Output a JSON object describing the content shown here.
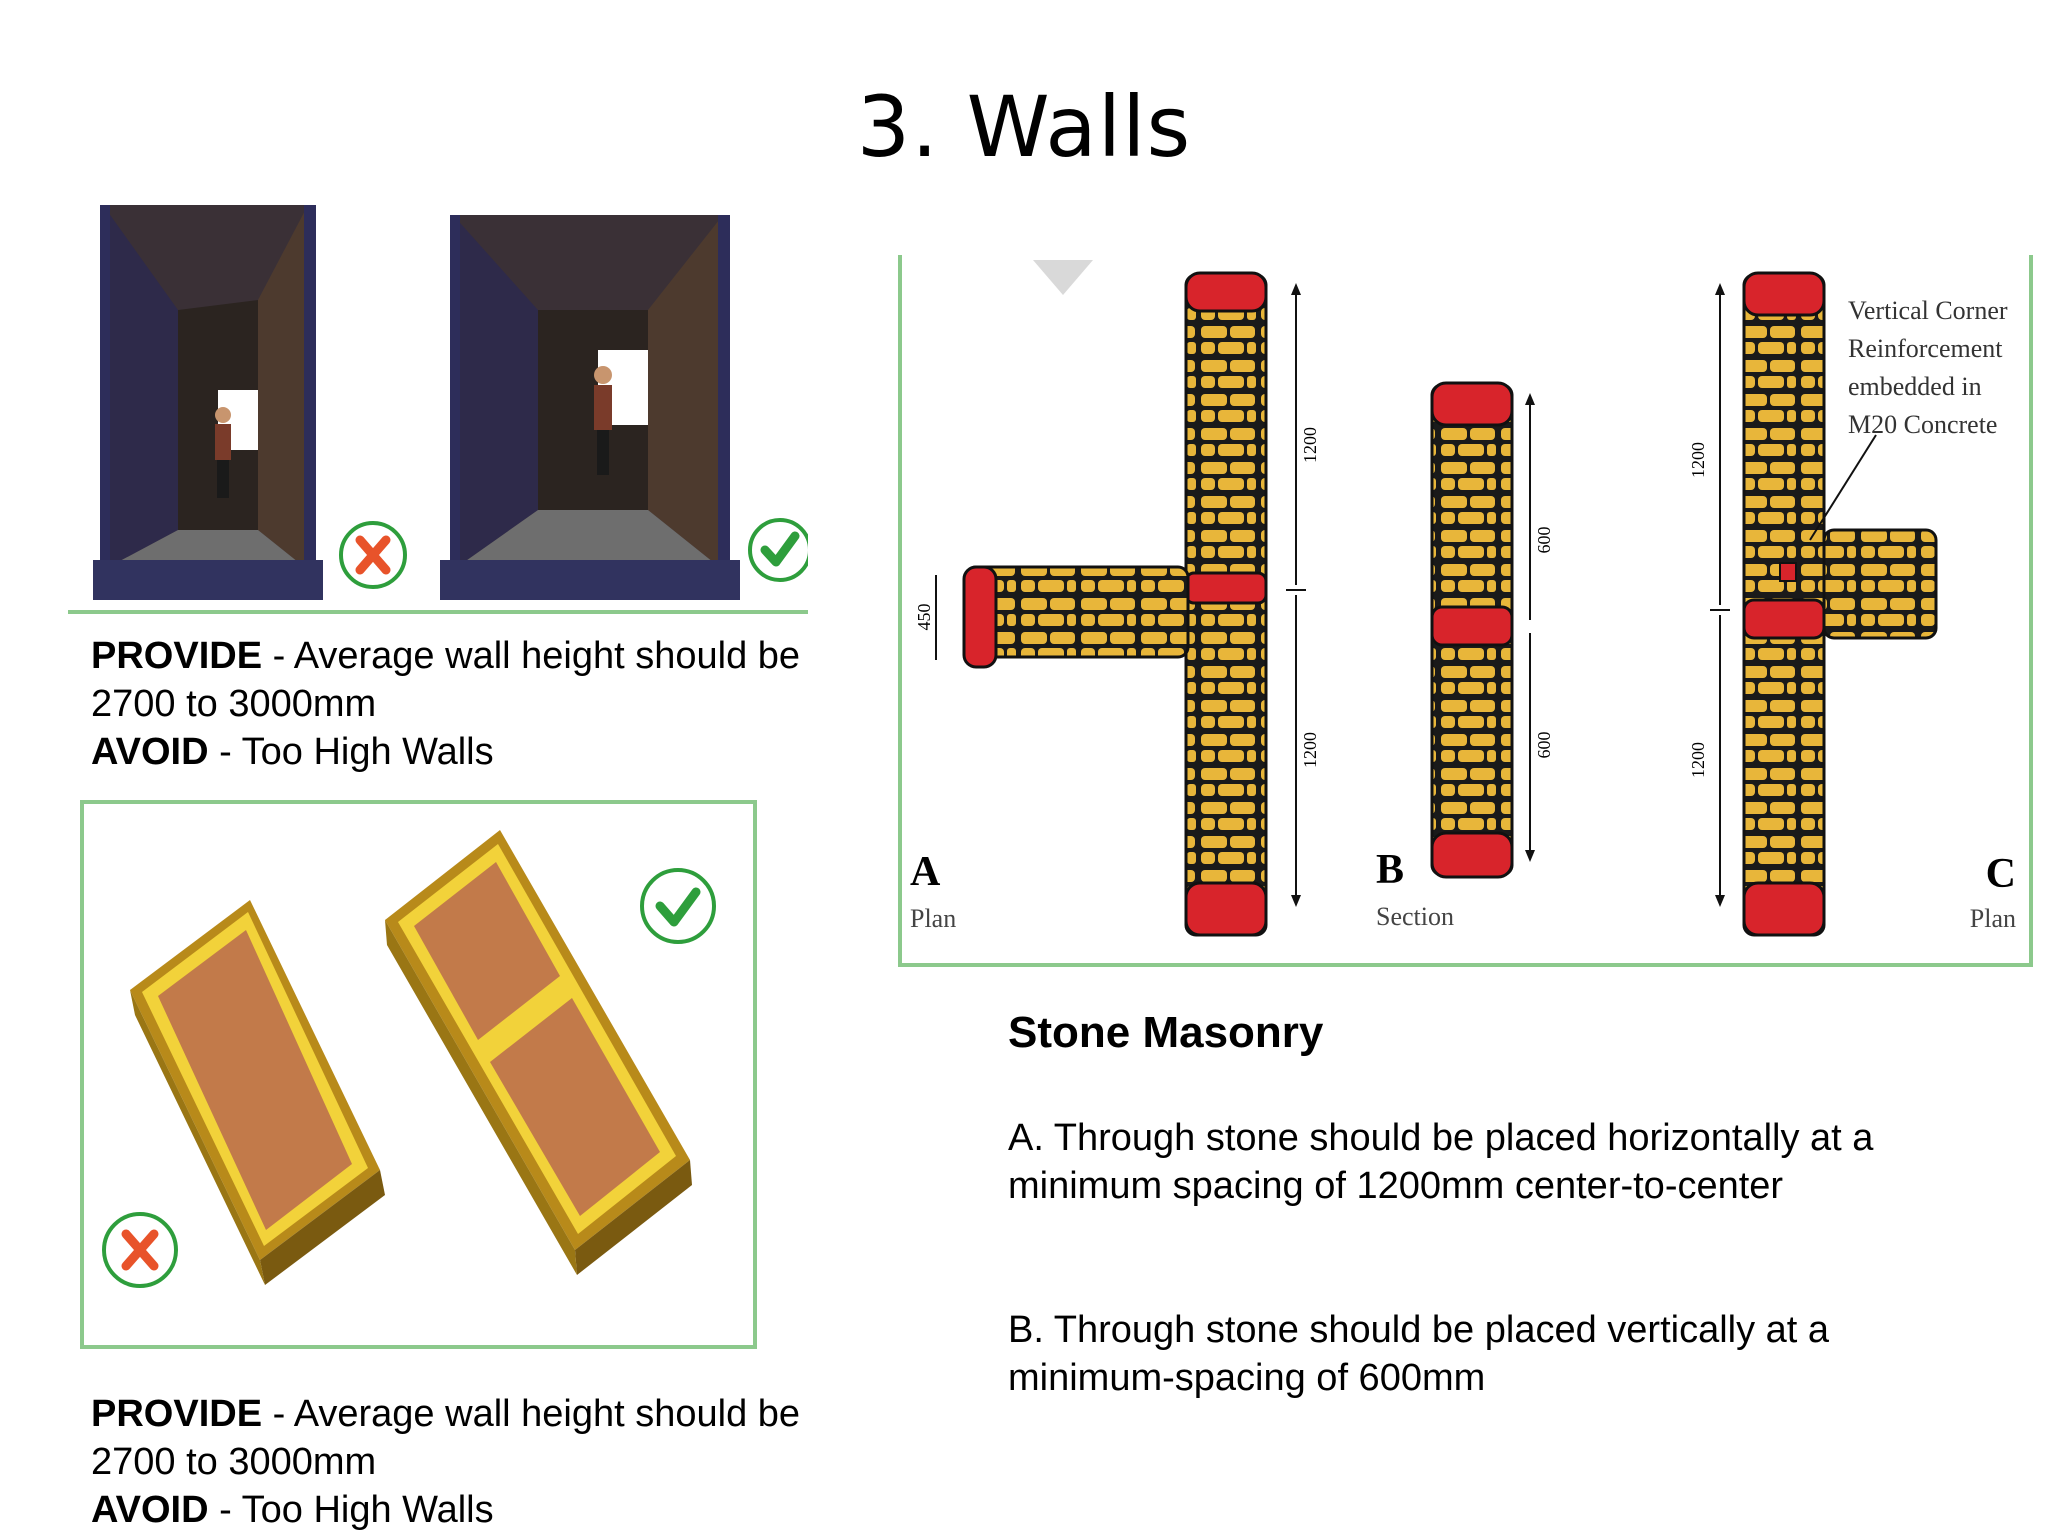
{
  "slide": {
    "title": "3. Walls"
  },
  "caption_top": {
    "provide_label": "PROVIDE",
    "provide_text": " - Average wall height should be 2700 to 3000mm",
    "avoid_label": "AVOID",
    "avoid_text": " - Too High Walls"
  },
  "caption_bottom": {
    "provide_label": "PROVIDE",
    "provide_text": " - Average wall height should be 2700 to 3000mm",
    "avoid_label": "AVOID",
    "avoid_text": " - Too High Walls"
  },
  "masonry_figure": {
    "label_a": "A",
    "sub_a": "Plan",
    "label_b": "B",
    "sub_b": "Section",
    "label_c": "C",
    "sub_c": "Plan",
    "dim_1200": "1200",
    "dim_450": "450",
    "dim_600": "600",
    "note_line1": "Vertical Corner",
    "note_line2": "Reinforcement",
    "note_line3": "embedded in",
    "note_line4": "M20 Concrete"
  },
  "stone_masonry": {
    "heading": "Stone Masonry",
    "point_a": "A. Through stone should be placed horizontally at a minimum spacing of 1200mm center-to-center",
    "point_b": "B. Through stone should be placed vertically at a minimum-spacing of 600mm"
  },
  "colors": {
    "stone": "#e8b63a",
    "through_stone": "#d8242b",
    "frame_green": "#9fcf9f",
    "check": "#2e9e3c",
    "cross": "#e8532a"
  }
}
